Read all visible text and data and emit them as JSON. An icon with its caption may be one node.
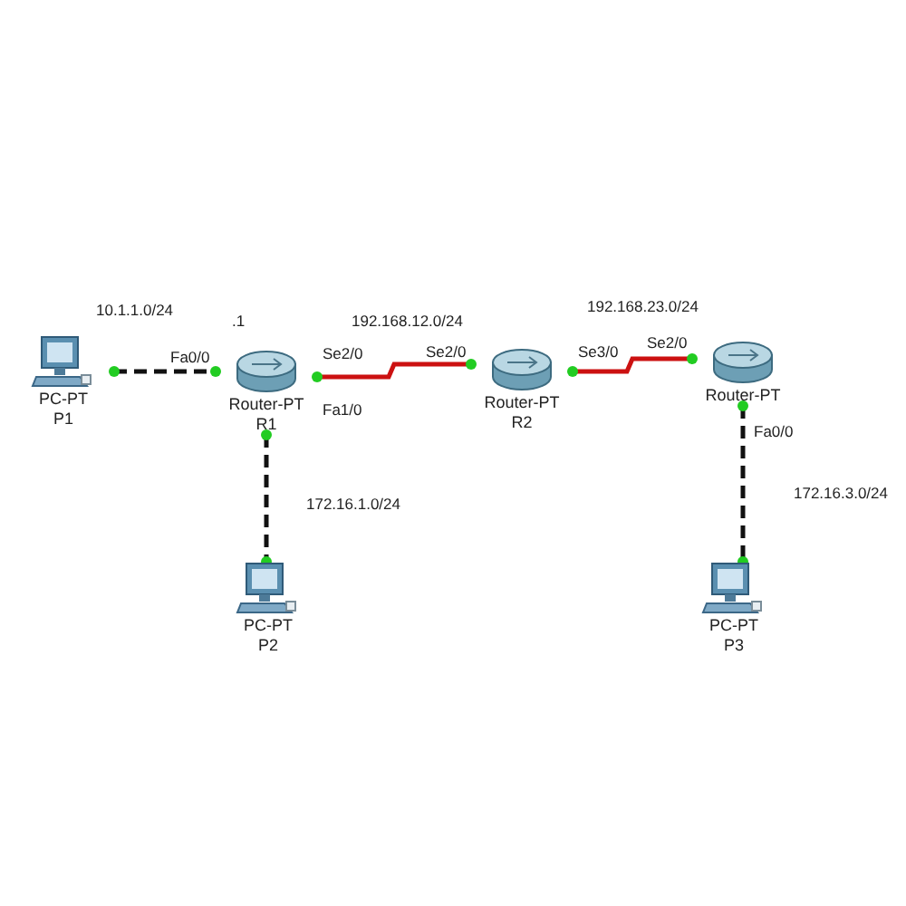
{
  "diagram": {
    "nodes": [
      {
        "text": [
          "PC-PT",
          "P1"
        ]
      },
      {
        "text": [
          "Router-PT",
          "R1"
        ],
        "beside": [
          ".1",
          "Fa0/0",
          "Se2/0",
          "Fa1/0"
        ]
      },
      {
        "text": [
          "Router-PT",
          "R2"
        ],
        "beside": [
          "Se2/0",
          "Se3/0"
        ]
      },
      {
        "text": [
          "Router-PT"
        ],
        "beside": [
          "Se2/0",
          "Fa0/0"
        ]
      },
      {
        "text": [
          "PC-PT",
          "P2"
        ]
      },
      {
        "text": [
          "PC-PT",
          "P3"
        ]
      }
    ],
    "edges": [
      {
        "from": 0,
        "to": 1,
        "arrow": "none",
        "label": "10.1.1.0/24",
        "style": "dashed"
      },
      {
        "from": 1,
        "to": 2,
        "arrow": "none",
        "label": "192.168.12.0/24",
        "color": "#cc1111"
      },
      {
        "from": 2,
        "to": 3,
        "arrow": "none",
        "label": "192.168.23.0/24",
        "color": "#cc1111"
      },
      {
        "from": 1,
        "to": 4,
        "arrow": "none",
        "label": "172.16.1.0/24",
        "style": "dashed"
      },
      {
        "from": 3,
        "to": 5,
        "arrow": "none",
        "label": "172.16.3.0/24",
        "style": "dashed"
      }
    ]
  }
}
